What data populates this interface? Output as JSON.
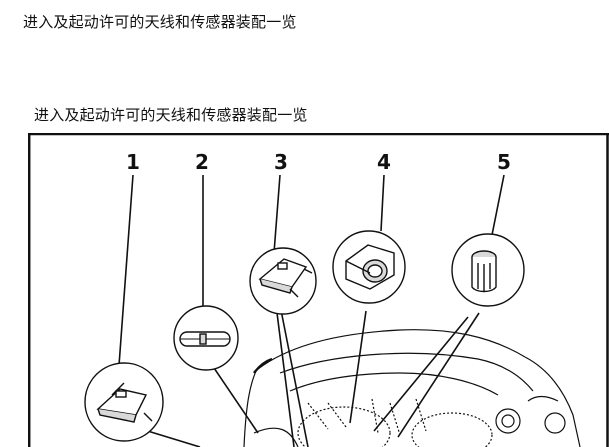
{
  "page": {
    "heading": "进入及起动许可的天线和传感器装配一览"
  },
  "figure": {
    "caption": "进入及起动许可的天线和传感器装配一览",
    "callouts": [
      "1",
      "2",
      "3",
      "4",
      "5"
    ],
    "colors": {
      "line": "#111111",
      "part_fill": "#ffffff",
      "shade": "#d9d9d9"
    }
  }
}
